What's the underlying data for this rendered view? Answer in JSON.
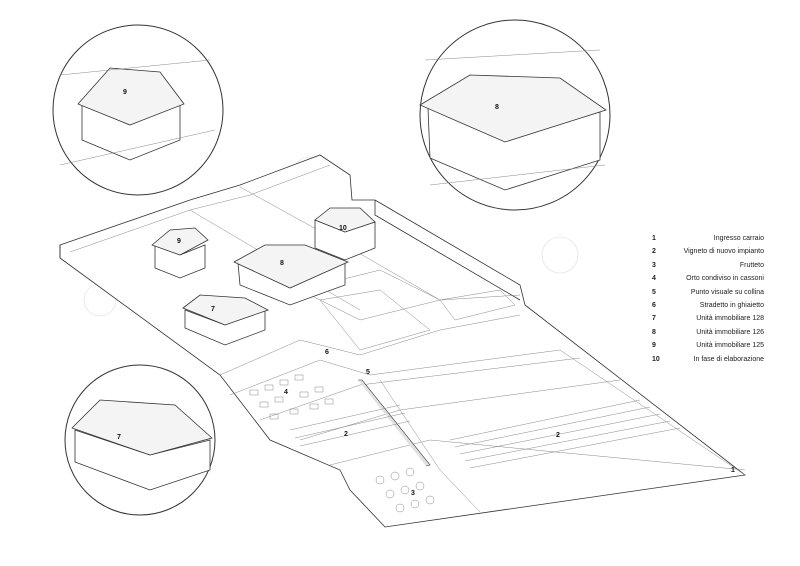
{
  "diagram": {
    "site_labels": {
      "unit_9": "9",
      "unit_10": "10",
      "unit_8": "8",
      "unit_7": "7",
      "stradetto": "6",
      "punto_visuale": "5",
      "orto": "4",
      "vigneto_left": "2",
      "vigneto_right": "2",
      "frutteto": "3",
      "ingresso": "1"
    },
    "detail_labels": {
      "top_left": "9",
      "top_right": "8",
      "bottom_left": "7"
    }
  },
  "legend": {
    "items": [
      {
        "num": "1",
        "text": "Ingresso carraio"
      },
      {
        "num": "2",
        "text": "Vigneto di nuovo impianto"
      },
      {
        "num": "3",
        "text": "Frutteto"
      },
      {
        "num": "4",
        "text": "Orto condiviso in cassoni"
      },
      {
        "num": "5",
        "text": "Punto visuale su collina"
      },
      {
        "num": "6",
        "text": "Stradetto in ghiaietto"
      },
      {
        "num": "7",
        "text": "Unità immobiliare 128"
      },
      {
        "num": "8",
        "text": "Unità immobiliare 126"
      },
      {
        "num": "9",
        "text": "Unità immobiliare 125"
      },
      {
        "num": "10",
        "text": "In fase di elaborazione"
      }
    ]
  }
}
